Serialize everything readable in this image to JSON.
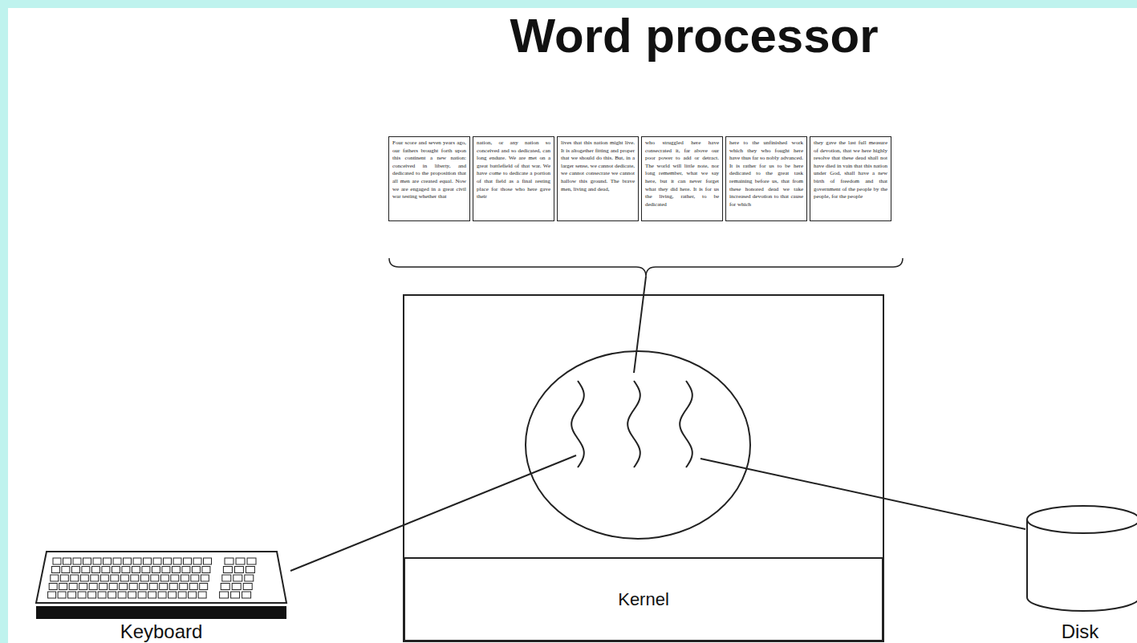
{
  "diagram": {
    "title": "Word processor",
    "nodes": [
      {
        "text": [
          "Four score and seven years ago, our fathers brought forth upon this continent a new nation: conceived in liberty, and dedicated to the proposition that all men are created equal. Now we are engaged in a great civil war testing whether that"
        ]
      },
      {
        "text": [
          "nation, or any nation so conceived and so dedicated, can long endure. We are met on a great battlefield of that war. We have come to dedicate a portion of that field as a final resting place for those who here gave their"
        ]
      },
      {
        "text": [
          "lives that this nation might live. It is altogether fitting and proper that we should do this. But, in a larger sense, we cannot dedicate, we cannot consecrate we cannot hallow this ground. The brave men, living and dead,"
        ]
      },
      {
        "text": [
          "who struggled here have consecrated it, far above our poor power to add or detract. The world will little note, nor long remember, what we say here, but it can never forget what they did here. It is for us the living, rather, to be dedicated"
        ]
      },
      {
        "text": [
          "here to the unfinished work which they who fought here have thus far so nobly advanced. It is rather for us to be here dedicated to the great task remaining before us, that from these honored dead we take increased devotion to that cause for which"
        ]
      },
      {
        "text": [
          "they gave the last full measure of devotion, that we here highly resolve that these dead shall not have died in vain that this nation under God, shall have a new birth of freedom and that government of the people by the people, for the people"
        ]
      },
      {
        "text": [
          "Kernel"
        ]
      },
      {
        "text": [
          "Keyboard"
        ]
      },
      {
        "text": [
          "Disk"
        ]
      }
    ]
  }
}
